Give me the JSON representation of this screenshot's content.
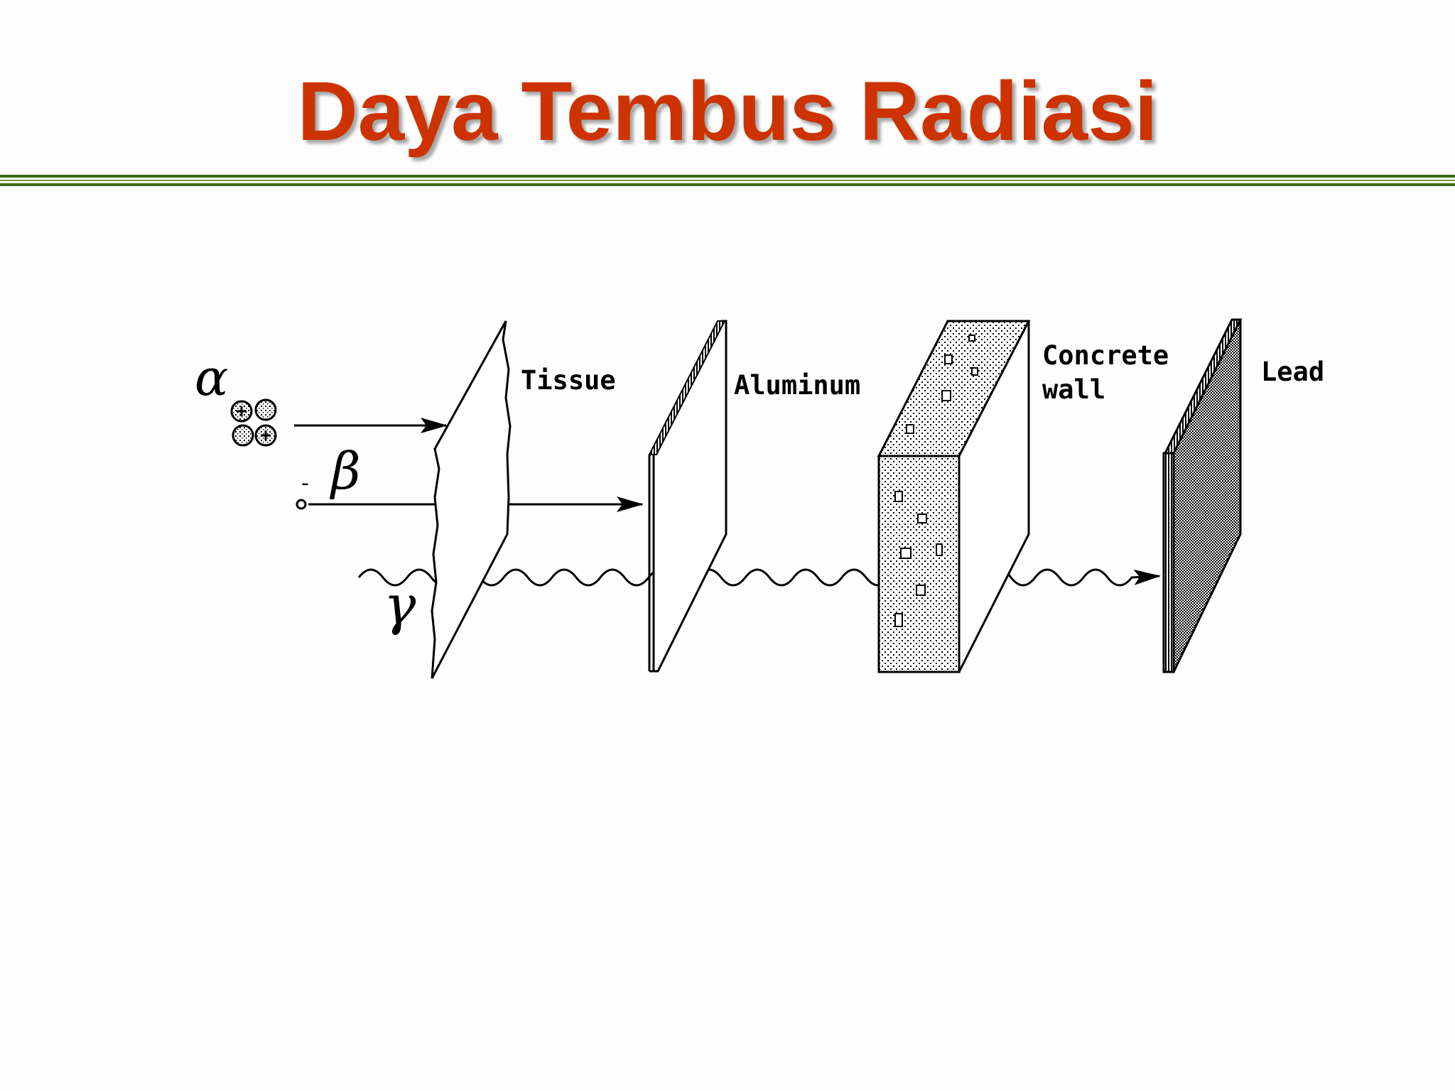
{
  "title": "Daya Tembus Radiasi",
  "colors": {
    "title": "#cc3300",
    "rule": "#3d6b1f",
    "ink": "#000000"
  },
  "diagram": {
    "particles": {
      "alpha": "α",
      "beta": "β",
      "beta_charge": "-",
      "gamma": "γ"
    },
    "barriers": {
      "tissue": "Tissue",
      "aluminum": "Aluminum",
      "concrete_line1": "Concrete",
      "concrete_line2": "wall",
      "lead": "Lead"
    },
    "icons": [
      "alpha-particle-icon",
      "electron-icon",
      "arrow-icon",
      "wave-icon"
    ]
  }
}
